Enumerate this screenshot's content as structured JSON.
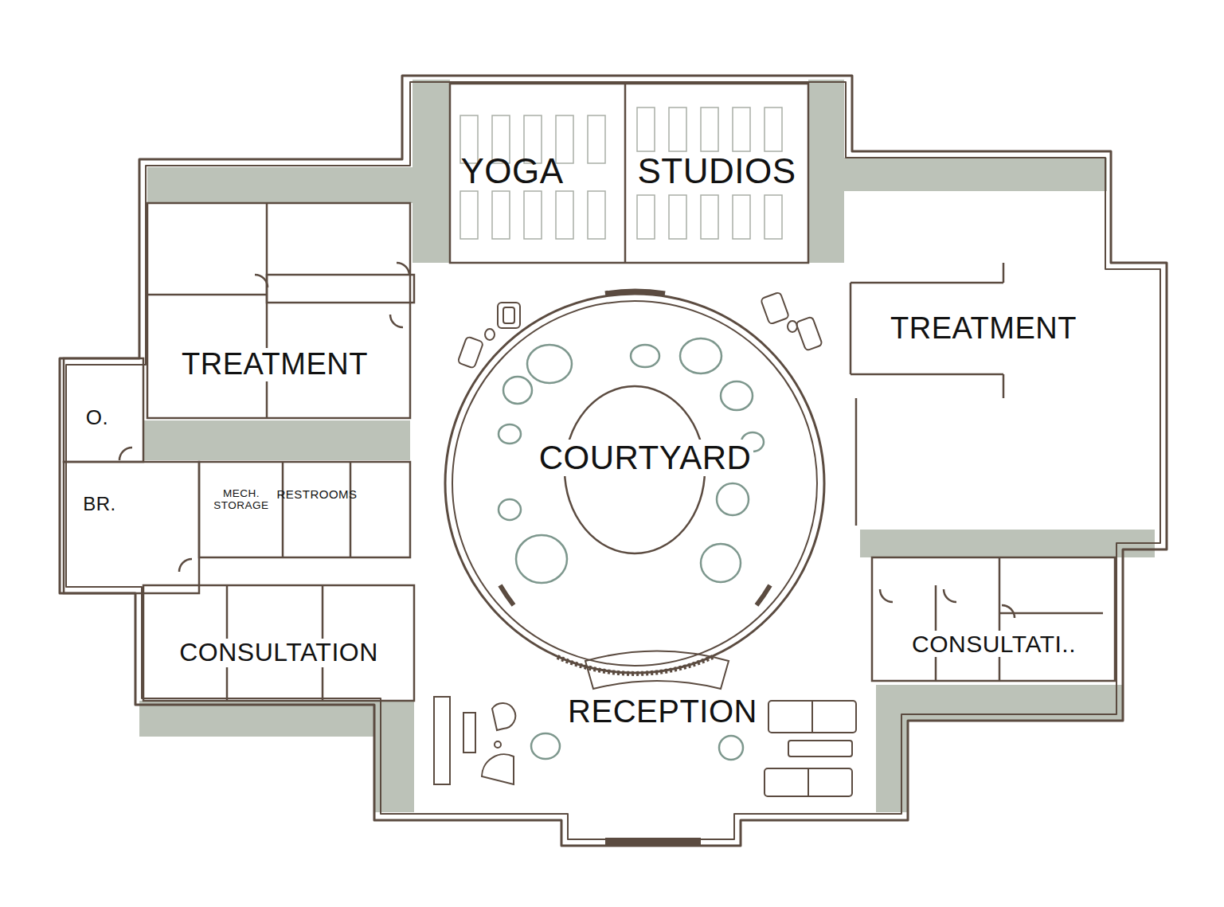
{
  "diagram": {
    "nodes": [
      {
        "text": [
          "YOGA"
        ]
      },
      {
        "text": [
          "STUDIOS"
        ]
      },
      {
        "text": [
          "TREATMENT"
        ]
      },
      {
        "text": [
          "TREATMENT"
        ]
      },
      {
        "text": [
          "O."
        ]
      },
      {
        "text": [
          "COURTYARD"
        ]
      },
      {
        "text": [
          "BR."
        ]
      },
      {
        "text": [
          "MECH. STORAGE"
        ]
      },
      {
        "text": [
          "RESTROOMS"
        ]
      },
      {
        "text": [
          "CONSULTATION"
        ]
      },
      {
        "text": [
          "CONSULTATI.."
        ]
      }
    ],
    "labels": [
      "RECEPTION"
    ]
  }
}
